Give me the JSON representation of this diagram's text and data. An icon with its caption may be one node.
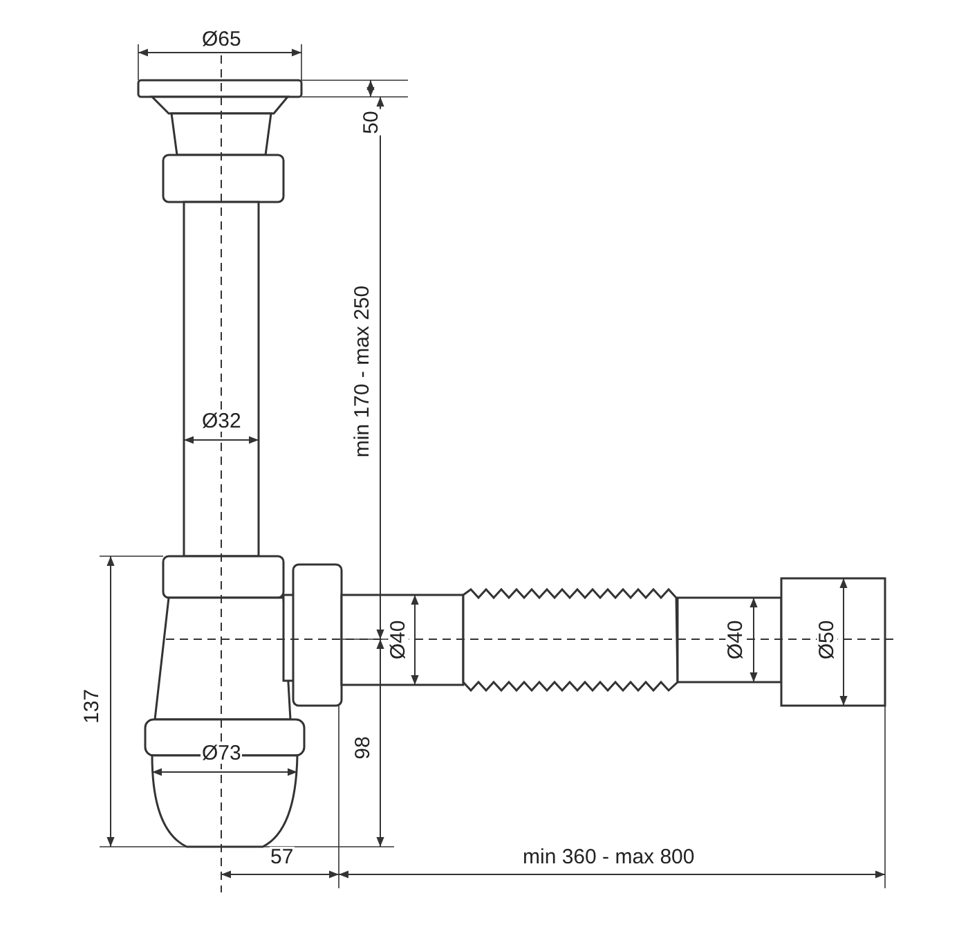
{
  "diagram": {
    "labels": [
      "Ø65",
      "50",
      "min 170 - max 250",
      "Ø32",
      "137",
      "Ø40",
      "98",
      "Ø40",
      "Ø50",
      "Ø73",
      "57",
      "min 360 - max 800"
    ]
  }
}
